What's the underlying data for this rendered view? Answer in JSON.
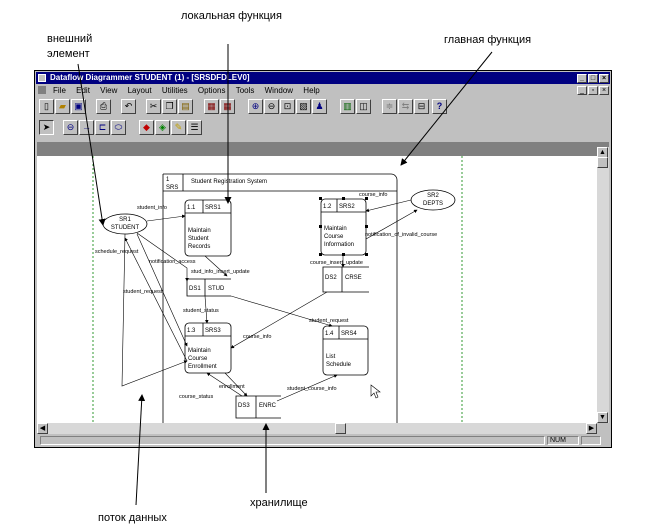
{
  "annotations": {
    "external": "внешний элемент",
    "local_func": "локальная функция",
    "main_func": "главная функция",
    "flow": "поток данных",
    "store": "хранилище"
  },
  "window": {
    "title": "Dataflow Diagrammer STUDENT (1) - [SRSDFDLEV0]",
    "controls": {
      "minimize": "_",
      "maximize": "□",
      "close": "×"
    },
    "doc_controls": {
      "minimize": "_",
      "restore": "▫",
      "close": "×"
    }
  },
  "menu": [
    "File",
    "Edit",
    "View",
    "Layout",
    "Utilities",
    "Options",
    "Tools",
    "Window",
    "Help"
  ],
  "toolbar1_icons": [
    "new-file-icon",
    "open-folder-icon",
    "save-icon",
    "print-icon",
    "undo-icon",
    "cut-icon",
    "copy-icon",
    "paste-icon",
    "import-icon",
    "export-icon",
    "zoom-in-icon",
    "zoom-out-icon",
    "zoom-fit-icon",
    "zoom-page-icon",
    "properties-icon",
    "decompose-icon",
    "parent-icon",
    "align-icon",
    "link-icon",
    "report-icon",
    "help-icon"
  ],
  "toolbar2_icons": [
    "select-arrow-icon",
    "process-tool-icon",
    "flow-tool-icon",
    "store-tool-icon",
    "external-tool-icon",
    "color-icon",
    "fill-icon",
    "line-color-icon",
    "text-style-icon"
  ],
  "status": {
    "num": "NUM"
  },
  "diagram": {
    "main": {
      "id": "1",
      "code": "SRS",
      "name": "Student Registration System"
    },
    "externals": [
      {
        "id": "SR1",
        "name": "STUDENT"
      },
      {
        "id": "SR2",
        "name": "DEPTS"
      }
    ],
    "processes": [
      {
        "num": "1.1",
        "code": "SRS1",
        "text": [
          "Maintain",
          "Student",
          "Records"
        ]
      },
      {
        "num": "1.2",
        "code": "SRS2",
        "text": [
          "Maintain",
          "Course",
          "Information"
        ]
      },
      {
        "num": "1.3",
        "code": "SRS3",
        "text": [
          "Maintain",
          "Course",
          "Enrollment"
        ]
      },
      {
        "num": "1.4",
        "code": "SRS4",
        "text": [
          "List",
          "Schedule"
        ]
      }
    ],
    "stores": [
      {
        "id": "DS1",
        "name": "STUD"
      },
      {
        "id": "DS2",
        "name": "CRSE"
      },
      {
        "id": "DS3",
        "name": "ENRC"
      }
    ],
    "flows": {
      "student_info": "student_info",
      "schedule_request": "schedule_request",
      "notification_access": "notification_access",
      "stud_info_insert_update": "stud_info_insert_update",
      "student_request_left": "student_request",
      "student_status": "student_status",
      "course_info_top": "course_info",
      "notification_invalid": "notification_of_invalid_course",
      "course_insert_update": "course_insert_update",
      "student_request_right": "student_request",
      "course_info_mid": "course_info",
      "enrollment": "enrollment",
      "course_status": "course_status",
      "student_course_info": "student_course_info"
    }
  }
}
